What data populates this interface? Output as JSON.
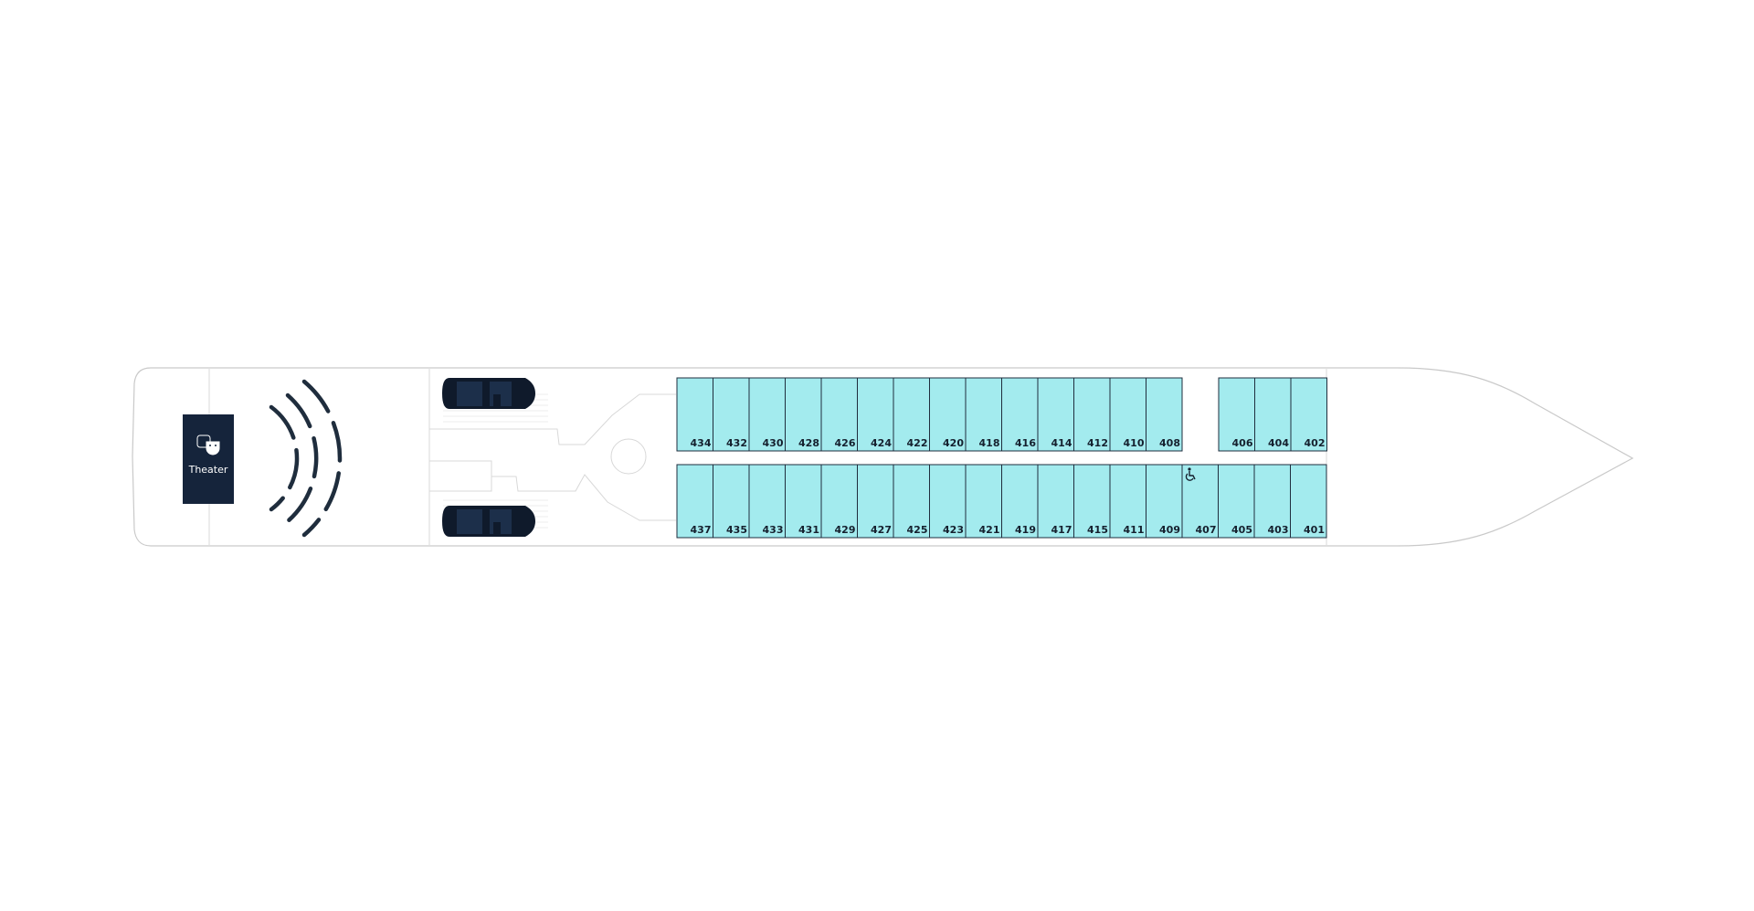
{
  "deck": {
    "colors": {
      "cabin_fill": "#a3ebee",
      "cabin_stroke": "#1f2d3d",
      "navy": "#15243b",
      "hull_stroke": "#c9c9c9"
    },
    "theater": {
      "label": "Theater",
      "icon": "theater-masks-icon"
    },
    "wheelchair_icon": "wheelchair-icon",
    "cabins_top": [
      "434",
      "432",
      "430",
      "428",
      "426",
      "424",
      "422",
      "420",
      "418",
      "416",
      "414",
      "412",
      "410",
      "408",
      "406",
      "404",
      "402"
    ],
    "cabins_bottom": [
      "437",
      "435",
      "433",
      "431",
      "429",
      "427",
      "425",
      "423",
      "421",
      "419",
      "417",
      "415",
      "411",
      "409",
      "407",
      "405",
      "403",
      "401"
    ],
    "accessible_cabin": "407"
  }
}
